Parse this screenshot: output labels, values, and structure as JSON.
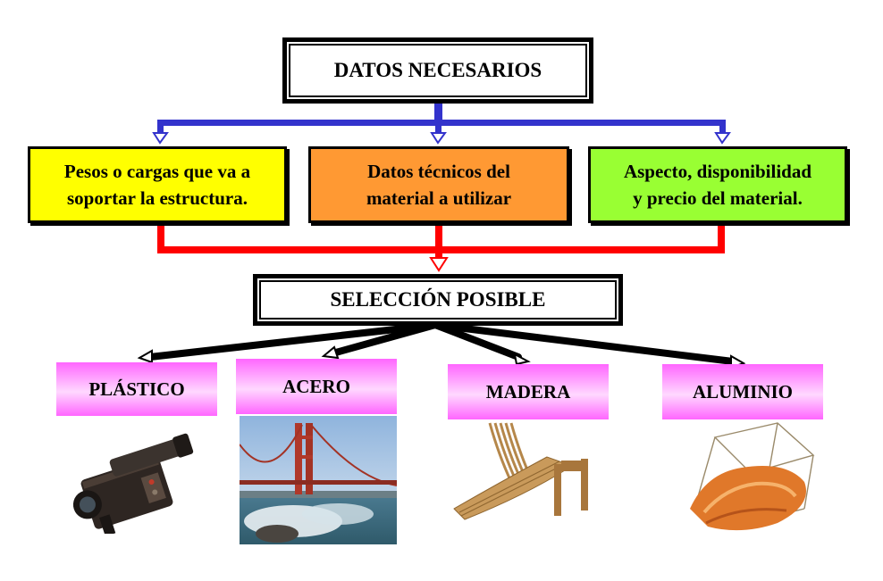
{
  "header": {
    "title": "DATOS NECESARIOS"
  },
  "inputs": [
    {
      "line1": "Pesos o cargas que va a",
      "line2": "soportar la estructura."
    },
    {
      "line1": "Datos técnicos del",
      "line2": "material a utilizar"
    },
    {
      "line1": "Aspecto, disponibilidad",
      "line2": "y precio del material."
    }
  ],
  "selection": {
    "title": "SELECCIÓN POSIBLE"
  },
  "materials": [
    {
      "label": "PLÁSTICO",
      "image": "video-camera"
    },
    {
      "label": "ACERO",
      "image": "suspension-bridge"
    },
    {
      "label": "MADERA",
      "image": "wooden-chair"
    },
    {
      "label": "ALUMINIO",
      "image": "aluminium-structure"
    }
  ],
  "colors": {
    "top_connector": "#3333cc",
    "bottom_connector": "#ff0000",
    "input_1_fill": "#ffff00",
    "input_2_fill": "#ff9933",
    "input_3_fill": "#99ff33",
    "material_label_fill": "#ff66ff"
  }
}
